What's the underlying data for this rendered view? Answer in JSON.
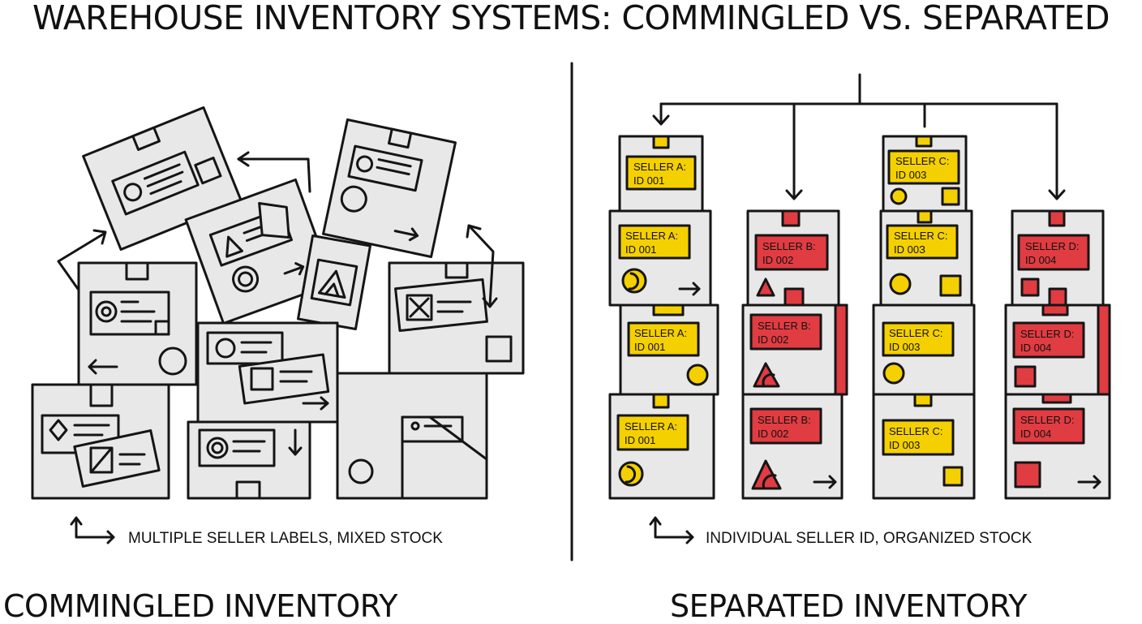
{
  "title": "WAREHOUSE INVENTORY SYSTEMS: COMMINGLED VS. SEPARATED",
  "commingled": {
    "caption": "MULTIPLE SELLER LABELS, MIXED STOCK",
    "footer": "COMMINGLED INVENTORY"
  },
  "separated": {
    "caption": "INDIVIDUAL SELLER ID, ORGANIZED STOCK",
    "footer": "SEPARATED INVENTORY",
    "sellers": {
      "a": {
        "name": "SELLER A:",
        "id": "ID 001"
      },
      "b": {
        "name": "SELLER B:",
        "id": "ID 002"
      },
      "c": {
        "name": "SELLER C:",
        "id": "ID 003",
        "alt_id": "ID 00З"
      },
      "d": {
        "name": "SELLER D:",
        "id": "ID 004"
      }
    }
  },
  "colors": {
    "yellow": "#f5d000",
    "red": "#e03c42",
    "box_fill": "#e8e8e8",
    "stroke": "#151515"
  }
}
